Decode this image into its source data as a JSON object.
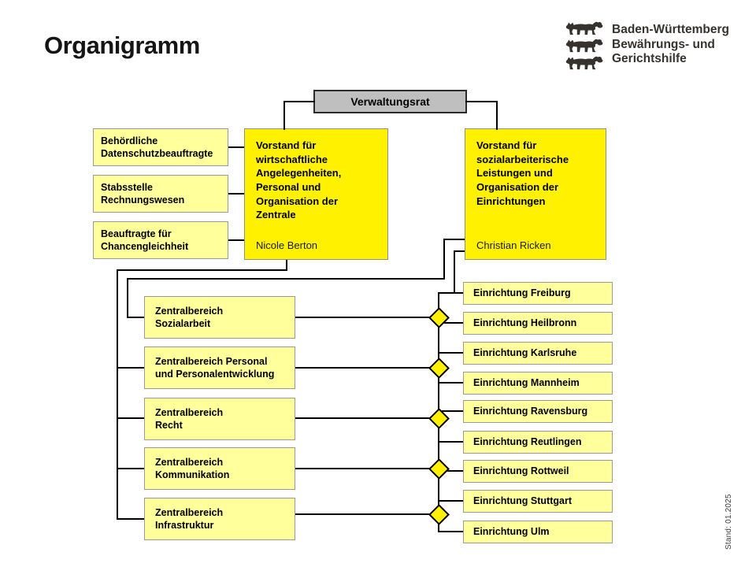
{
  "header": {
    "title": "Organigramm"
  },
  "logo": {
    "line1": "Baden-Württemberg",
    "line2": "Bewährungs- und",
    "line3": "Gerichtshilfe"
  },
  "org": {
    "root": {
      "label": "Verwaltungsrat"
    },
    "staff_units": [
      {
        "label": "Behördliche\nDatenschutzbeauftragte"
      },
      {
        "label": "Stabsstelle\nRechnungswesen"
      },
      {
        "label": "Beauftragte für\nChancengleichheit"
      }
    ],
    "board_left": {
      "title": "Vorstand für\nwirtschaftliche\nAngelegenheiten,\nPersonal und\nOrganisation der\nZentrale",
      "person": "Nicole Berton"
    },
    "board_right": {
      "title": "Vorstand für\nsozialarbeiterische\nLeistungen und\nOrganisation der\nEinrichtungen",
      "person": "Christian Ricken"
    },
    "central_units": [
      {
        "label": "Zentralbereich\nSozialarbeit"
      },
      {
        "label": "Zentralbereich Personal\nund Personalentwicklung"
      },
      {
        "label": "Zentralbereich\nRecht"
      },
      {
        "label": "Zentralbereich\nKommunikation"
      },
      {
        "label": "Zentralbereich\nInfrastruktur"
      }
    ],
    "facilities": [
      {
        "label": "Einrichtung Freiburg"
      },
      {
        "label": "Einrichtung Heilbronn"
      },
      {
        "label": "Einrichtung Karlsruhe"
      },
      {
        "label": "Einrichtung Mannheim"
      },
      {
        "label": "Einrichtung Ravensburg"
      },
      {
        "label": "Einrichtung Reutlingen"
      },
      {
        "label": "Einrichtung Rottweil"
      },
      {
        "label": "Einrichtung Stuttgart"
      },
      {
        "label": "Einrichtung Ulm"
      }
    ]
  },
  "footer": {
    "stand": "Stand: 01.2025"
  },
  "colors": {
    "bright_yellow": "#FFF100",
    "pale_yellow": "#FFFF9C",
    "gray_box": "#BFBFBF",
    "line": "#000000"
  }
}
